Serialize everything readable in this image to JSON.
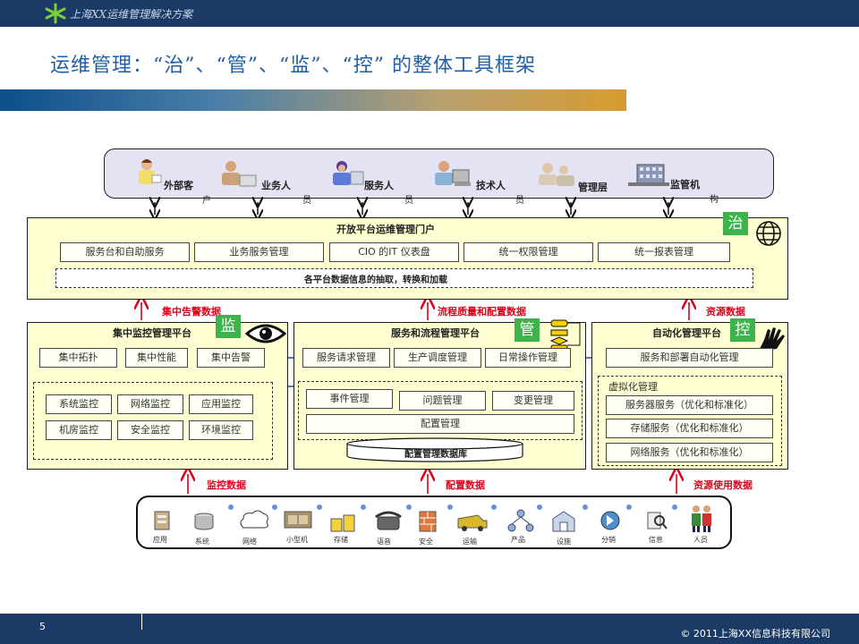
{
  "header": {
    "title": "上海XX运维管理解决方案"
  },
  "page_title": "运维管理：“治”、“管”、“监”、“控” 的整体工具框架",
  "personas": [
    {
      "line1": "外部客",
      "line2": "户"
    },
    {
      "line1": "业务人",
      "line2": "员"
    },
    {
      "line1": "服务人",
      "line2": "员"
    },
    {
      "line1": "技术人",
      "line2": "员"
    },
    {
      "line1": "管理层",
      "line2": ""
    },
    {
      "line1": "监管机",
      "line2": "构"
    }
  ],
  "portal": {
    "title": "开放平台运维管理门户",
    "badge": "治",
    "items": [
      "服务台和自助服务",
      "业务服务管理",
      "CIO 的IT 仪表盘",
      "统一权限管理",
      "统一报表管理"
    ],
    "extract": "各平台数据信息的抽取，转换和加载"
  },
  "flows_top": {
    "left": "集中告警数据",
    "mid": "流程质量和配置数据",
    "right": "资源数据"
  },
  "monitor": {
    "title": "集中监控管理平台",
    "badge": "监",
    "top_items": [
      "集中拓扑",
      "集中性能",
      "集中告警"
    ],
    "grid": [
      "系统监控",
      "网络监控",
      "应用监控",
      "机房监控",
      "安全监控",
      "环境监控"
    ]
  },
  "service": {
    "title": "服务和流程管理平台",
    "badge": "管",
    "top_items": [
      "服务请求管理",
      "生产调度管理",
      "日常操作管理"
    ],
    "procs": [
      "事件管理",
      "问题管理",
      "变更管理"
    ],
    "config": "配置管理",
    "db": "配置管理数据库"
  },
  "automation": {
    "title": "自动化管理平台",
    "badge": "控",
    "deploy": "服务和部署自动化管理",
    "virt": "虚拟化管理",
    "items": [
      "服务器服务（优化和标准化）",
      "存储服务（优化和标准化）",
      "网络服务（优化和标准化）"
    ]
  },
  "flows_bottom": {
    "left": "监控数据",
    "mid": "配置数据",
    "right": "资源使用数据"
  },
  "resources": [
    "应用",
    "系统",
    "网络",
    "小型机",
    "存储",
    "语音",
    "安全",
    "运输",
    "产品",
    "设施",
    "分销",
    "信息",
    "人员"
  ],
  "footer": {
    "page": "5",
    "copyright": "© 2011上海XX信息科技有限公司"
  }
}
